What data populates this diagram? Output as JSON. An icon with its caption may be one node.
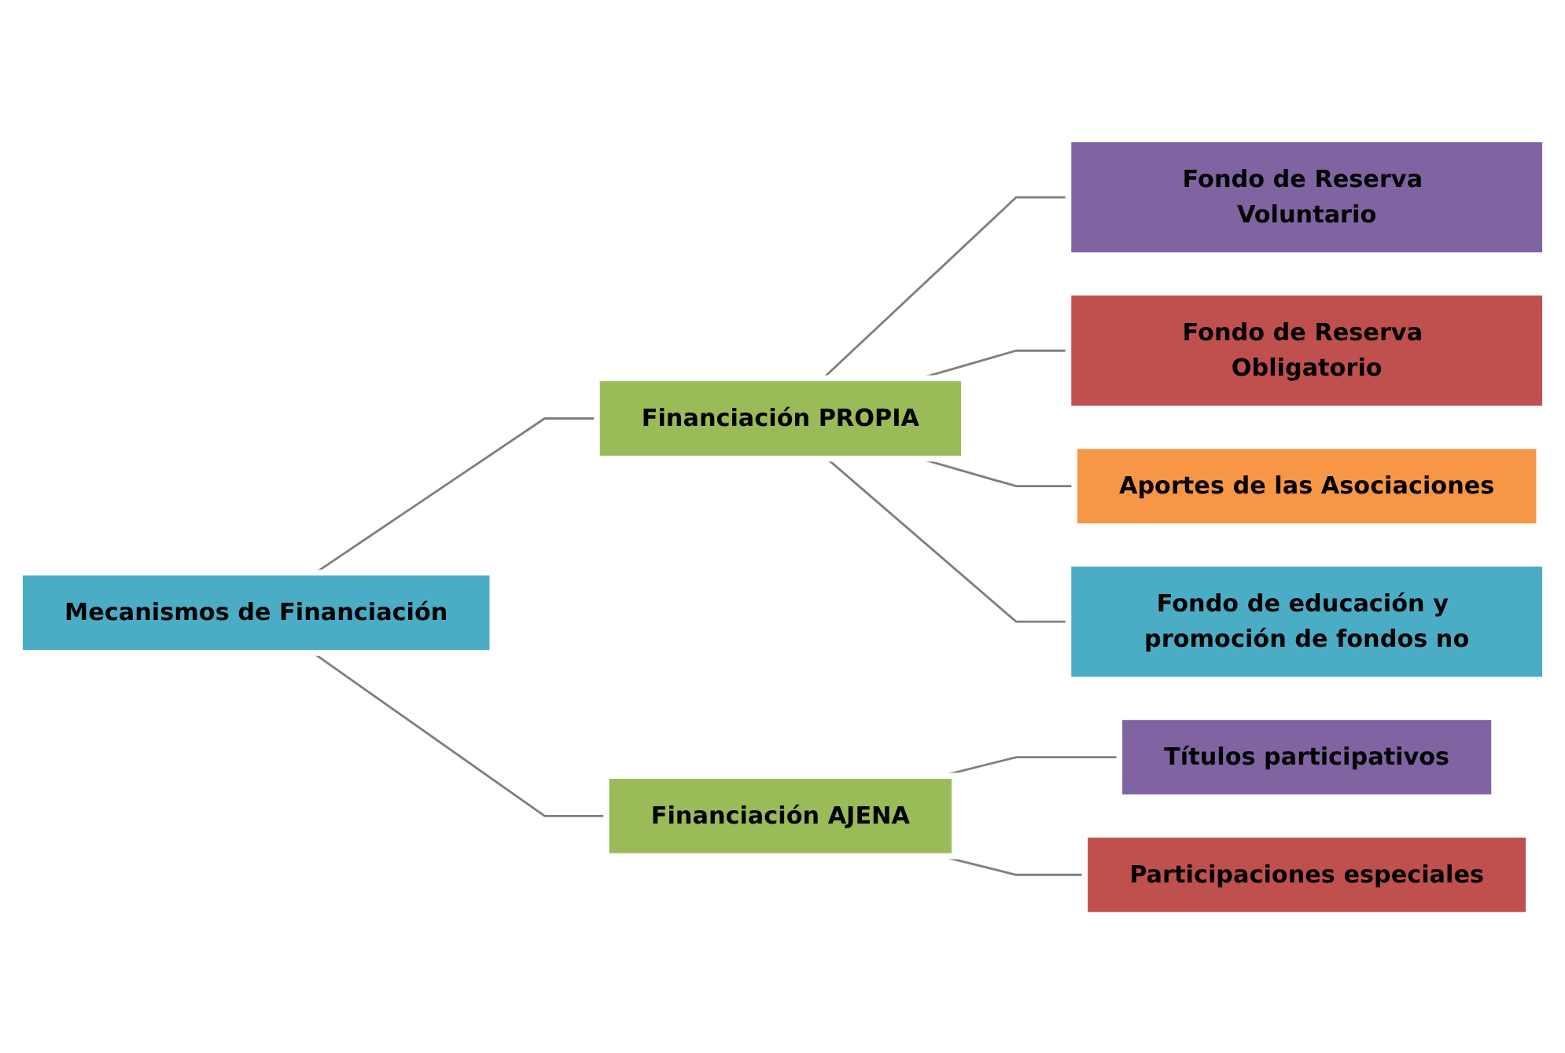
{
  "diagram": {
    "nodes": [
      {
        "text": [
          "Mecanismos de Financiación"
        ]
      },
      {
        "text": [
          "Financiación PROPIA"
        ]
      },
      {
        "text": [
          "Fondo de Reserva Voluntario"
        ]
      },
      {
        "text": [
          "Fondo de Reserva Obligatorio"
        ]
      },
      {
        "text": [
          "Aportes de las Asociaciones"
        ]
      },
      {
        "text": [
          "Fondo de educación y promoción de fondos no"
        ]
      },
      {
        "text": [
          "Financiación AJENA"
        ]
      },
      {
        "text": [
          "Títulos participativos"
        ]
      },
      {
        "text": [
          "Participaciones especiales"
        ]
      }
    ],
    "edges": [
      {
        "from": 0,
        "to": 1,
        "arrow": "none"
      },
      {
        "from": 1,
        "to": 2,
        "arrow": "none"
      },
      {
        "from": 1,
        "to": 3,
        "arrow": "none"
      },
      {
        "from": 1,
        "to": 4,
        "arrow": "none"
      },
      {
        "from": 1,
        "to": 5,
        "arrow": "none"
      },
      {
        "from": 0,
        "to": 6,
        "arrow": "none"
      },
      {
        "from": 6,
        "to": 7,
        "arrow": "none"
      },
      {
        "from": 6,
        "to": 8,
        "arrow": "none"
      }
    ]
  }
}
